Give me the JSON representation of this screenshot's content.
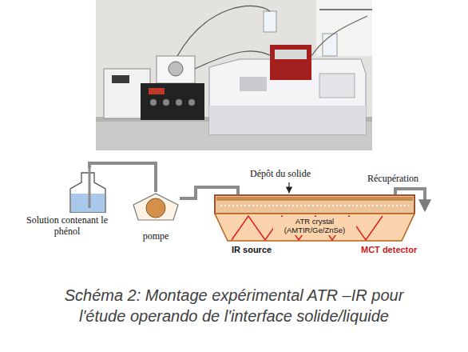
{
  "diagram": {
    "caption": "Schéma 2: Montage expérimental ATR –IR pour l'étude operando de l'interface solide/liquide",
    "nodes": [
      {
        "text": [
          "Solution contenant le phénol"
        ]
      },
      {
        "text": [
          "pompe"
        ]
      },
      {
        "text": [
          "ATR crystal (AMTIR/Ge/ZnSe)"
        ]
      }
    ],
    "edges": [
      {
        "from": 0,
        "to": 1,
        "arrow": "none"
      },
      {
        "from": 1,
        "to": 2,
        "arrow": "none"
      }
    ],
    "labels": [
      "Dépôt du solide",
      "Récupération",
      "IR source",
      "MCT detector"
    ]
  }
}
